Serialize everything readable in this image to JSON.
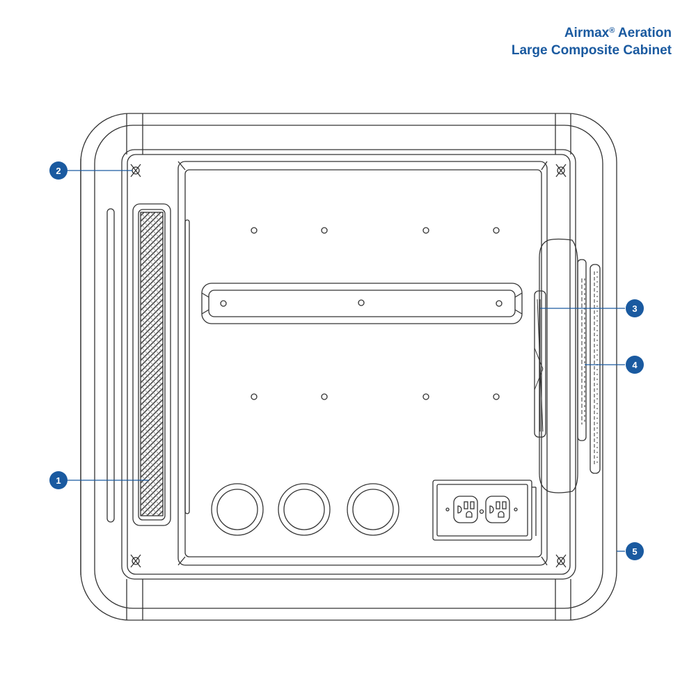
{
  "title": {
    "brand": "Airmax",
    "registered_mark": "®",
    "line1_rest": " Aeration",
    "line2": "Large Composite Cabinet"
  },
  "callouts": [
    {
      "number": "1",
      "label": ""
    },
    {
      "number": "2",
      "label": ""
    },
    {
      "number": "3",
      "label": ""
    },
    {
      "number": "4",
      "label": ""
    },
    {
      "number": "5",
      "label": ""
    }
  ],
  "colors": {
    "accent": "#1a5aa0",
    "line": "#333333"
  },
  "icons": [
    "corner-latch-icon",
    "duplex-outlet-icon",
    "fan-grille-icon",
    "vent-mesh-icon"
  ]
}
